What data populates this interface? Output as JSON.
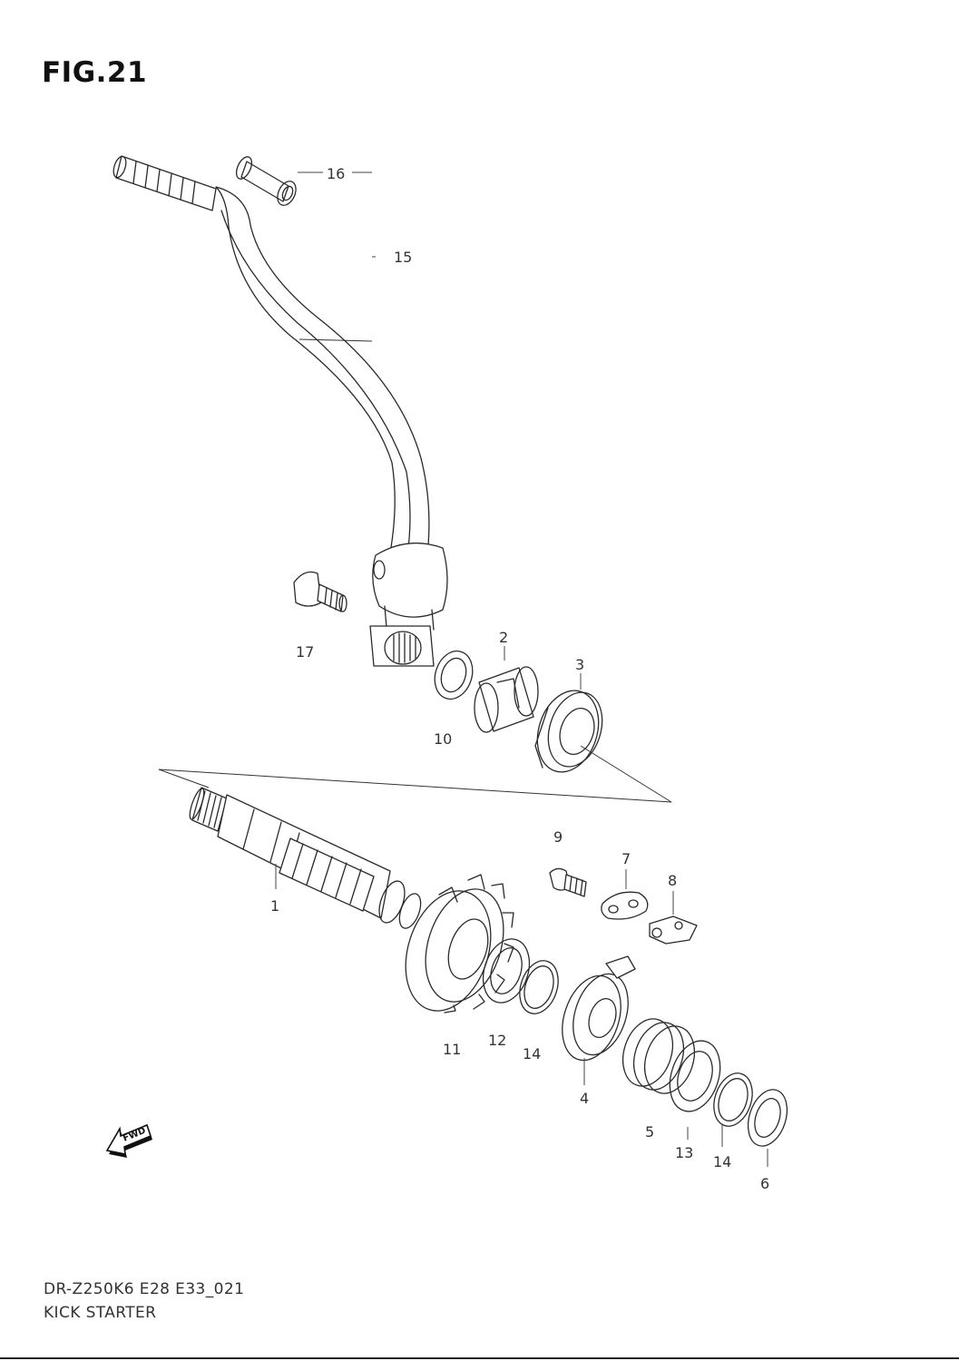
{
  "figure": {
    "title": "FIG.21"
  },
  "callouts": {
    "p1": "1",
    "p2": "2",
    "p3": "3",
    "p4": "4",
    "p5": "5",
    "p6": "6",
    "p7": "7",
    "p8": "8",
    "p9": "9",
    "p10": "10",
    "p11": "11",
    "p12": "12",
    "p13": "13",
    "p14a": "14",
    "p14b": "14",
    "p15": "15",
    "p16": "16",
    "p17": "17"
  },
  "fwd": {
    "label": "FWD"
  },
  "footer": {
    "model_code": "DR-Z250K6 E28 E33_021",
    "section_name": "KICK STARTER"
  },
  "colors": {
    "line": "#2a2a2a",
    "text": "#333333",
    "background": "#ffffff"
  }
}
